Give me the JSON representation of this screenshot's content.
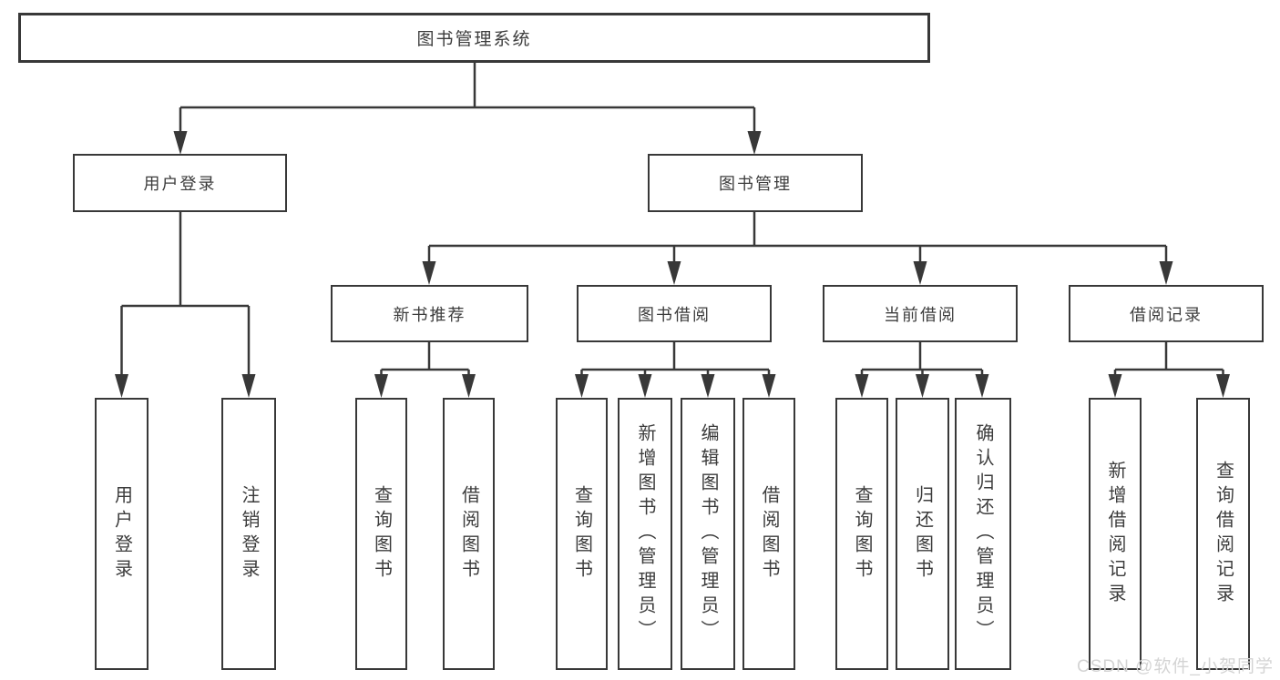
{
  "diagram": {
    "title": "图书管理系统",
    "nodes": {
      "root": {
        "label": "图书管理系统"
      },
      "level2": [
        {
          "label": "用户登录",
          "parent": "图书管理系统"
        },
        {
          "label": "图书管理",
          "parent": "图书管理系统"
        }
      ],
      "level3": [
        {
          "label": "新书推荐",
          "parent": "图书管理"
        },
        {
          "label": "图书借阅",
          "parent": "图书管理"
        },
        {
          "label": "当前借阅",
          "parent": "图书管理"
        },
        {
          "label": "借阅记录",
          "parent": "图书管理"
        }
      ],
      "leaves": [
        {
          "label": "用户登录",
          "parent": "用户登录"
        },
        {
          "label": "注销登录",
          "parent": "用户登录"
        },
        {
          "label": "查询图书",
          "parent": "新书推荐"
        },
        {
          "label": "借阅图书",
          "parent": "新书推荐"
        },
        {
          "label": "查询图书",
          "parent": "图书借阅"
        },
        {
          "label": "新增图书（管理员）",
          "parent": "图书借阅"
        },
        {
          "label": "编辑图书（管理员）",
          "parent": "图书借阅"
        },
        {
          "label": "借阅图书",
          "parent": "图书借阅"
        },
        {
          "label": "查询图书",
          "parent": "当前借阅"
        },
        {
          "label": "归还图书",
          "parent": "当前借阅"
        },
        {
          "label": "确认归还（管理员）",
          "parent": "当前借阅"
        },
        {
          "label": "新增借阅记录",
          "parent": "借阅记录"
        },
        {
          "label": "查询借阅记录",
          "parent": "借阅记录"
        }
      ]
    },
    "colors": {
      "line": "#383838",
      "box_border": "#383838",
      "text": "#3c3c3c",
      "background": "#ffffff",
      "watermark": "#d4d4d4"
    }
  },
  "watermark": {
    "text": "CSDN @软件_小贺同学"
  }
}
